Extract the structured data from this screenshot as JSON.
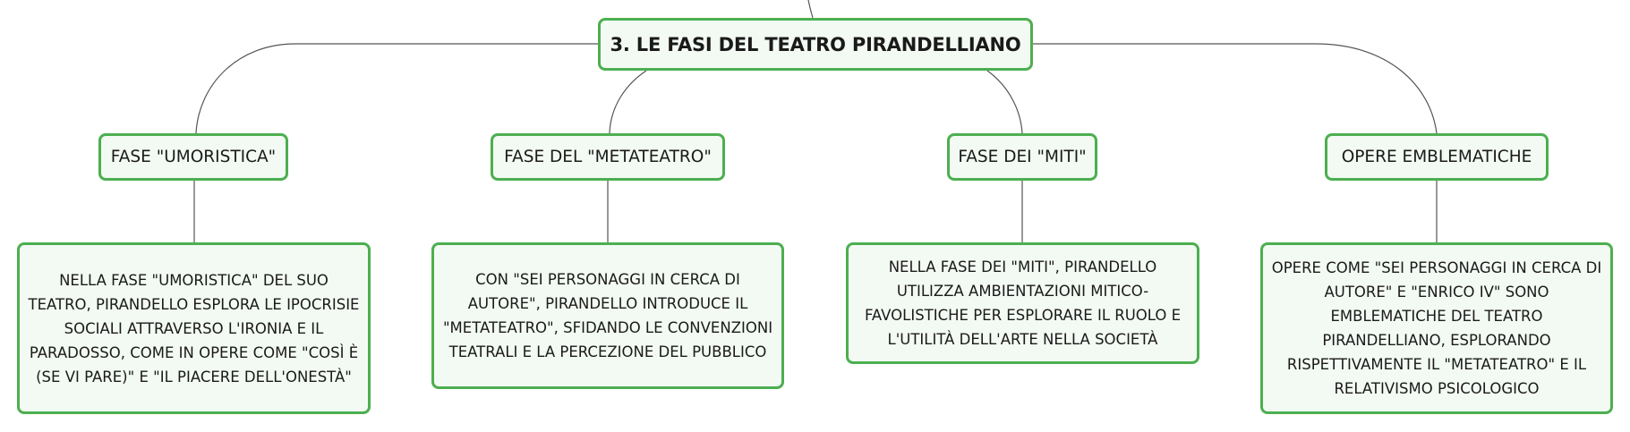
{
  "root": {
    "label": "3. LE FASI DEL TEATRO PIRANDELLIANO"
  },
  "phases": [
    {
      "label": "FASE \"UMORISTICA\"",
      "description": "NELLA FASE \"UMORISTICA\" DEL SUO TEATRO, PIRANDELLO ESPLORA LE IPOCRISIE SOCIALI ATTRAVERSO L'IRONIA E IL PARADOSSO, COME IN OPERE COME \"COSÌ È (SE VI PARE)\" E \"IL PIACERE DELL'ONESTÀ\""
    },
    {
      "label": "FASE DEL \"METATEATRO\"",
      "description": "CON \"SEI PERSONAGGI IN CERCA DI AUTORE\", PIRANDELLO INTRODUCE IL \"METATEATRO\", SFIDANDO LE CONVENZIONI TEATRALI E LA PERCEZIONE DEL PUBBLICO"
    },
    {
      "label": "FASE DEI \"MITI\"",
      "description": "NELLA FASE DEI \"MITI\", PIRANDELLO UTILIZZA AMBIENTAZIONI MITICO-FAVOLISTICHE PER ESPLORARE IL RUOLO E L'UTILITÀ DELL'ARTE NELLA SOCIETÀ"
    },
    {
      "label": "OPERE EMBLEMATICHE",
      "description": "OPERE COME \"SEI PERSONAGGI IN CERCA DI AUTORE\" E \"ENRICO IV\" SONO EMBLEMATICHE DEL TEATRO PIRANDELLIANO, ESPLORANDO RISPETTIVAMENTE IL \"METATEATRO\" E IL RELATIVISMO PSICOLOGICO"
    }
  ],
  "colors": {
    "node_border": "#4caf50",
    "node_fill": "#f3faf3",
    "connector": "#555555"
  }
}
